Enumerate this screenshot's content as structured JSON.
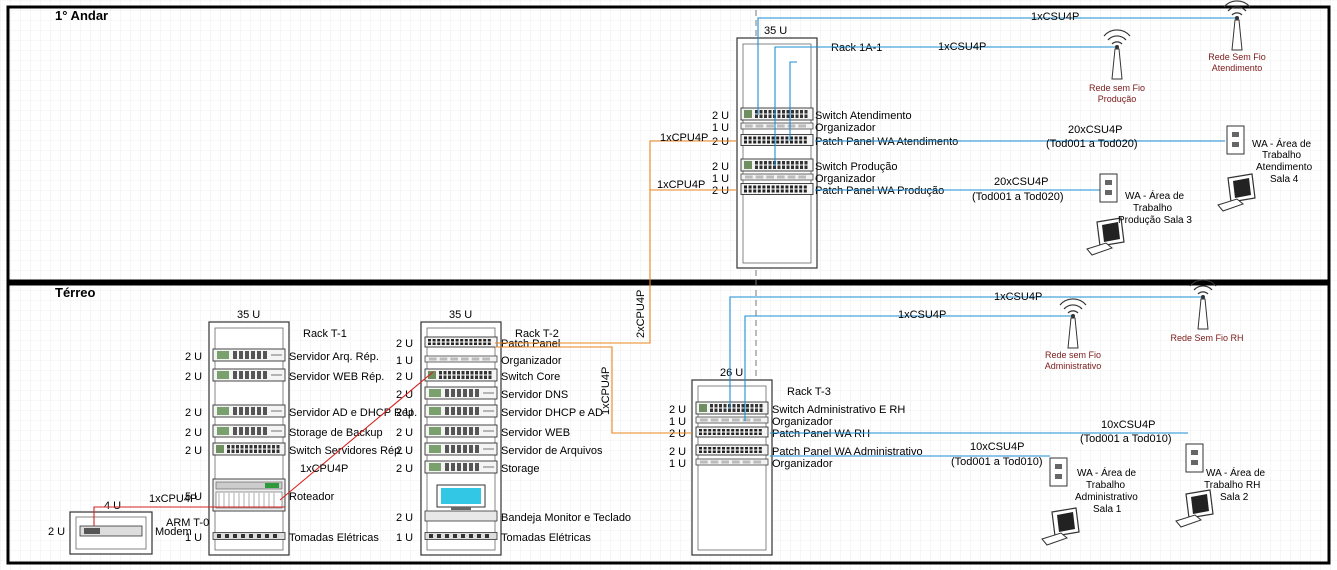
{
  "floors": [
    {
      "label": "1° Andar"
    },
    {
      "label": "Térreo"
    }
  ],
  "racks": {
    "r1a": {
      "name": "Rack 1A-1",
      "height": "35 U",
      "slots": [
        {
          "u": "2 U",
          "label": "Switch Atendimento",
          "kind": "switch"
        },
        {
          "u": "1 U",
          "label": "Organizador",
          "kind": "org"
        },
        {
          "u": "2 U",
          "label": "Patch Panel WA Atendimento",
          "kind": "patch"
        },
        {
          "u": "2 U",
          "label": "Switch Produção",
          "kind": "switch"
        },
        {
          "u": "1 U",
          "label": "Organizador",
          "kind": "org"
        },
        {
          "u": "2 U",
          "label": "Patch Panel WA Produção",
          "kind": "patch"
        }
      ]
    },
    "t1": {
      "name": "Rack T-1",
      "height": "35 U",
      "slots": [
        {
          "u": "2 U",
          "label": "Servidor Arq. Rép.",
          "kind": "server"
        },
        {
          "u": "2 U",
          "label": "Servidor WEB Rép.",
          "kind": "server"
        },
        {
          "u": "2 U",
          "label": "Servidor AD e DHCP Rép.",
          "kind": "server"
        },
        {
          "u": "2 U",
          "label": "Storage de Backup",
          "kind": "server"
        },
        {
          "u": "2 U",
          "label": "Switch Servidores Rép.",
          "kind": "switch"
        },
        {
          "u": "5 U",
          "label": "Roteador",
          "kind": "router"
        },
        {
          "u": "1 U",
          "label": "Tomadas Elétricas",
          "kind": "power"
        }
      ]
    },
    "t2": {
      "name": "Rack T-2",
      "height": "35 U",
      "slots": [
        {
          "u": "2 U",
          "label": "Patch Panel",
          "kind": "patch"
        },
        {
          "u": "1 U",
          "label": "Organizador",
          "kind": "org"
        },
        {
          "u": "2 U",
          "label": "Switch Core",
          "kind": "switch"
        },
        {
          "u": "2 U",
          "label": "Servidor DNS",
          "kind": "server"
        },
        {
          "u": "2 U",
          "label": "Servidor DHCP e AD",
          "kind": "server"
        },
        {
          "u": "2 U",
          "label": "Servidor WEB",
          "kind": "server"
        },
        {
          "u": "2 U",
          "label": "Servidor de Arquivos",
          "kind": "server"
        },
        {
          "u": "2 U",
          "label": "Storage",
          "kind": "server"
        },
        {
          "u": "2 U",
          "label": "Bandeja Monitor e Teclado",
          "kind": "monitor"
        },
        {
          "u": "1 U",
          "label": "Tomadas Elétricas",
          "kind": "power"
        }
      ]
    },
    "t3": {
      "name": "Rack T-3",
      "height": "26 U",
      "slots": [
        {
          "u": "2 U",
          "label": "Switch Administrativo E RH",
          "kind": "switch"
        },
        {
          "u": "1 U",
          "label": "Organizador",
          "kind": "org"
        },
        {
          "u": "2 U",
          "label": "Patch Panel WA RH",
          "kind": "patch"
        },
        {
          "u": "2 U",
          "label": "Patch Panel WA Administrativo",
          "kind": "patch"
        },
        {
          "u": "1 U",
          "label": "Organizador",
          "kind": "org"
        }
      ]
    },
    "arm": {
      "name": "ARM T-0",
      "height": "2 U",
      "label": "Modem",
      "slot_u": "4 U"
    }
  },
  "access_points": [
    {
      "id": "ap_atend",
      "label": "Rede Sem Fio Atendimento"
    },
    {
      "id": "ap_prod",
      "label": "Rede sem Fio Produção"
    },
    {
      "id": "ap_rh",
      "label": "Rede Sem Fio RH"
    },
    {
      "id": "ap_adm",
      "label": "Rede sem Fio Administrativo"
    }
  ],
  "work_areas": [
    {
      "id": "wa_atend",
      "label": "WA - Área de Trabalho Atendimento Sala 4"
    },
    {
      "id": "wa_prod",
      "label": "WA - Área de Trabalho Produção Sala 3"
    },
    {
      "id": "wa_adm",
      "label": "WA - Área de Trabalho Administrativo Sala 1"
    },
    {
      "id": "wa_rh",
      "label": "WA - Área de Trabalho RH Sala 2"
    }
  ],
  "cables": {
    "ap_atend": "1xCSU4P",
    "ap_prod": "1xCSU4P",
    "ap_rh": "1xCSU4P",
    "ap_adm": "1xCSU4P",
    "wa_atend": "20xCSU4P",
    "wa_atend_range": "(Tod001 a Tod020)",
    "wa_prod": "20xCSU4P",
    "wa_prod_range": "(Tod001 a Tod020)",
    "wa_rh": "10xCSU4P",
    "wa_rh_range": "(Tod001 a Tod010)",
    "wa_adm": "10xCSU4P",
    "wa_adm_range": "(Tod001 a Tod010)",
    "backbone_atend": "1xCPU4P",
    "backbone_prod": "1xCPU4P",
    "backbone_vertical": "2xCPU4P",
    "backbone_t3": "1xCPU4P",
    "t1_t2": "1xCPU4P",
    "modem_router": "1xCPU4P"
  },
  "colors": {
    "blue_cable": "#1a8fd6",
    "orange_cable": "#e8841c",
    "red_cable": "#d62020",
    "ap_label": "#7a1a1a",
    "grid": "#e3e3e3",
    "frame": "#000000"
  }
}
